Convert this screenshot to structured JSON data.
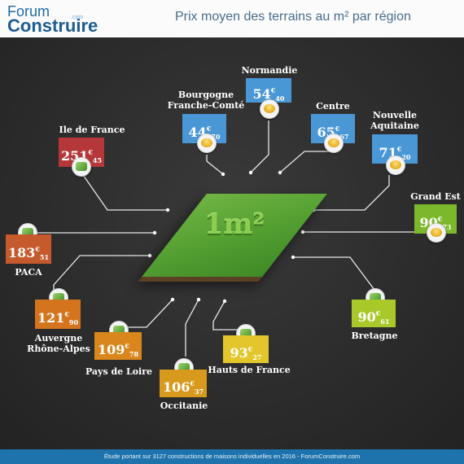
{
  "header": {
    "logo_top": "Forum",
    "logo_bottom": "Construire",
    "logo_suffix": ".com",
    "title": "Prix moyen des terrains au m² par région"
  },
  "center": {
    "label": "1m²"
  },
  "regions": [
    {
      "key": "ile",
      "name": "Ile de France",
      "euros": "251",
      "cents": "45",
      "color": "#b5373a",
      "icon": "bill-icon"
    },
    {
      "key": "bfc",
      "name": "Bourgogne\nFranche-Comté",
      "euros": "44",
      "cents": "70",
      "color": "#4a97d6",
      "icon": "coin-icon"
    },
    {
      "key": "nor",
      "name": "Normandie",
      "euros": "54",
      "cents": "40",
      "color": "#4a97d6",
      "icon": "coin-icon"
    },
    {
      "key": "cen",
      "name": "Centre",
      "euros": "65",
      "cents": "67",
      "color": "#4a97d6",
      "icon": "coin-icon"
    },
    {
      "key": "naq",
      "name": "Nouvelle\nAquitaine",
      "euros": "71",
      "cents": "20",
      "color": "#4a97d6",
      "icon": "coin-icon"
    },
    {
      "key": "ge",
      "name": "Grand Est",
      "euros": "90",
      "cents": "73",
      "color": "#7cb82b",
      "icon": "coin-icon"
    },
    {
      "key": "bre",
      "name": "Bretagne",
      "euros": "90",
      "cents": "61",
      "color": "#7cb82b",
      "icon": "bill-icon"
    },
    {
      "key": "hdf",
      "name": "Hauts de France",
      "euros": "93",
      "cents": "27",
      "color": "#e3c62b",
      "icon": "bill-icon"
    },
    {
      "key": "occ",
      "name": "Occitanie",
      "euros": "106",
      "cents": "37",
      "color": "#d89a1c",
      "icon": "bill-icon"
    },
    {
      "key": "pdl",
      "name": "Pays de Loire",
      "euros": "109",
      "cents": "78",
      "color": "#d9871c",
      "icon": "bill-icon"
    },
    {
      "key": "ara",
      "name": "Auvergne\nRhône-Alpes",
      "euros": "121",
      "cents": "90",
      "color": "#d4751e",
      "icon": "bill-icon"
    },
    {
      "key": "paca",
      "name": "PACA",
      "euros": "183",
      "cents": "51",
      "color": "#c55a2c",
      "icon": "bill-icon"
    }
  ],
  "currency": "€",
  "footer": "Étude portant sur 3127 constructions de maisons individuelles en 2016 - ForumConstruire.com"
}
